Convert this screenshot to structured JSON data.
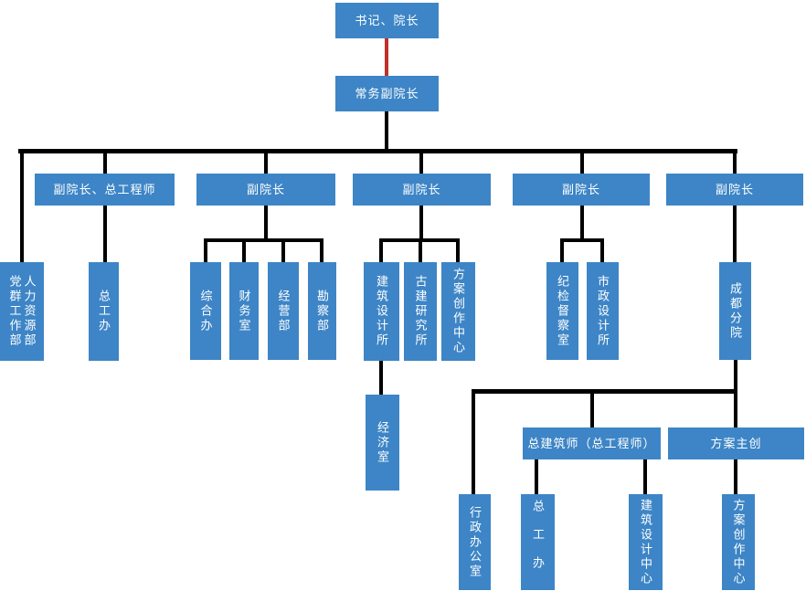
{
  "colors": {
    "box-fill": "#3d85c6",
    "box-text": "#ffffff",
    "line": "#000000",
    "line-special": "#c0302a",
    "background": "#ffffff"
  },
  "diagram": {
    "type": "org-chart",
    "root_label": "书记、院长",
    "special_connector_color": "#c0302a",
    "special_connector_between": [
      "书记、院长",
      "常务副院长"
    ]
  },
  "nodes": [
    {
      "id": "secretary-dean",
      "label": "书记、院长"
    },
    {
      "id": "executive-vice-dean",
      "label": "常务副院长"
    },
    {
      "id": "vice-dean-chief-engineer",
      "label": "副院长、总工程师"
    },
    {
      "id": "vice-dean-2",
      "label": "副院长"
    },
    {
      "id": "vice-dean-3",
      "label": "副院长"
    },
    {
      "id": "vice-dean-4",
      "label": "副院长"
    },
    {
      "id": "vice-dean-5",
      "label": "副院长"
    },
    {
      "id": "party-mass-hr-depts",
      "labels": [
        "党群工作部",
        "人力资源部"
      ]
    },
    {
      "id": "chief-engineer-office",
      "label": "总工办"
    },
    {
      "id": "general-affairs-office",
      "label": "综合办"
    },
    {
      "id": "finance-office",
      "label": "财务室"
    },
    {
      "id": "operations-dept",
      "label": "经营部"
    },
    {
      "id": "survey-dept",
      "label": "勘察部"
    },
    {
      "id": "architectural-design-institute",
      "label": "建筑设计所"
    },
    {
      "id": "ancient-architecture-research-institute",
      "label": "古建研究所"
    },
    {
      "id": "scheme-creation-center",
      "label": "方案创作中心"
    },
    {
      "id": "discipline-inspection-office",
      "label": "纪检督察室"
    },
    {
      "id": "municipal-design-institute",
      "label": "市政设计所"
    },
    {
      "id": "chengdu-branch",
      "label": "成都分院"
    },
    {
      "id": "economics-office",
      "label": "经济室"
    },
    {
      "id": "chief-architect",
      "label": "总建筑师（总工程师）"
    },
    {
      "id": "scheme-lead",
      "label": "方案主创"
    },
    {
      "id": "admin-office",
      "label": "行政办公室"
    },
    {
      "id": "chief-engineer-office-chengdu",
      "label": "总工办"
    },
    {
      "id": "architectural-design-center",
      "label": "建筑设计中心"
    },
    {
      "id": "scheme-creation-center-chengdu",
      "label": "方案创作中心"
    }
  ],
  "edges": [
    {
      "from": "secretary-dean",
      "to": "executive-vice-dean",
      "color": "red"
    },
    {
      "from": "executive-vice-dean",
      "to": "party-mass-hr-depts"
    },
    {
      "from": "executive-vice-dean",
      "to": "vice-dean-chief-engineer"
    },
    {
      "from": "executive-vice-dean",
      "to": "vice-dean-2"
    },
    {
      "from": "executive-vice-dean",
      "to": "vice-dean-3"
    },
    {
      "from": "executive-vice-dean",
      "to": "vice-dean-4"
    },
    {
      "from": "executive-vice-dean",
      "to": "vice-dean-5"
    },
    {
      "from": "vice-dean-chief-engineer",
      "to": "chief-engineer-office"
    },
    {
      "from": "vice-dean-2",
      "to": "general-affairs-office"
    },
    {
      "from": "vice-dean-2",
      "to": "finance-office"
    },
    {
      "from": "vice-dean-2",
      "to": "operations-dept"
    },
    {
      "from": "vice-dean-2",
      "to": "survey-dept"
    },
    {
      "from": "vice-dean-3",
      "to": "architectural-design-institute"
    },
    {
      "from": "vice-dean-3",
      "to": "ancient-architecture-research-institute"
    },
    {
      "from": "vice-dean-3",
      "to": "scheme-creation-center"
    },
    {
      "from": "architectural-design-institute",
      "to": "economics-office"
    },
    {
      "from": "vice-dean-4",
      "to": "discipline-inspection-office"
    },
    {
      "from": "vice-dean-4",
      "to": "municipal-design-institute"
    },
    {
      "from": "vice-dean-5",
      "to": "chengdu-branch"
    },
    {
      "from": "chengdu-branch",
      "to": "admin-office"
    },
    {
      "from": "chengdu-branch",
      "to": "chief-architect"
    },
    {
      "from": "chengdu-branch",
      "to": "scheme-lead"
    },
    {
      "from": "chief-architect",
      "to": "chief-engineer-office-chengdu"
    },
    {
      "from": "chief-architect",
      "to": "architectural-design-center"
    },
    {
      "from": "scheme-lead",
      "to": "scheme-creation-center-chengdu"
    }
  ]
}
